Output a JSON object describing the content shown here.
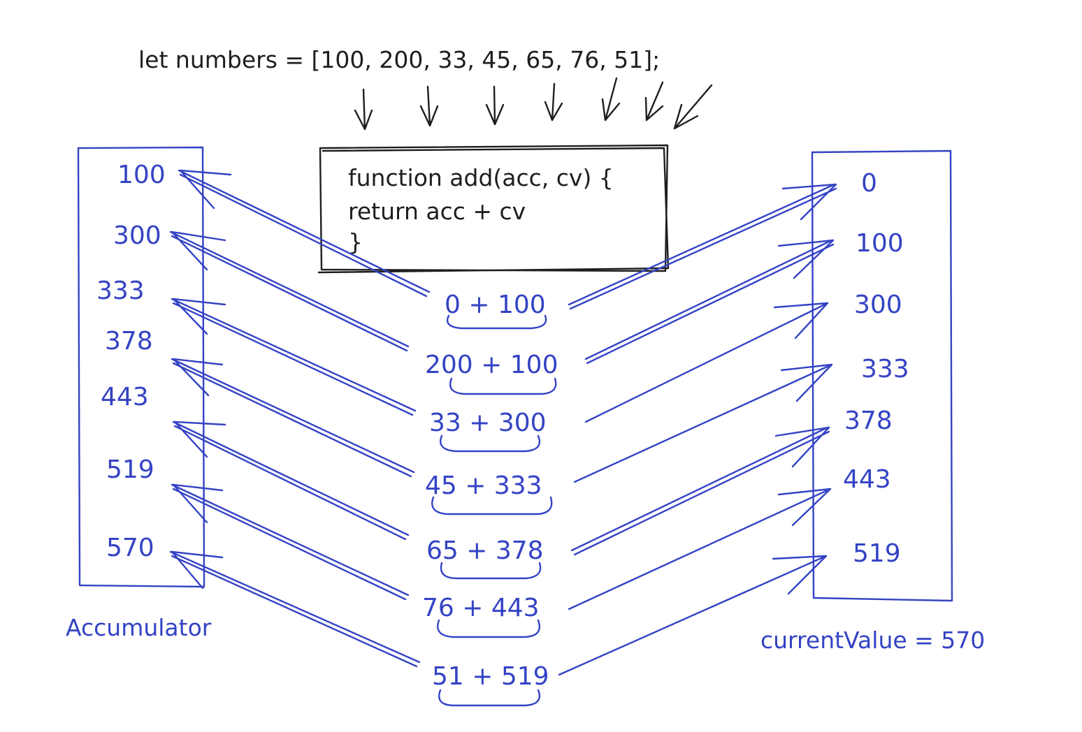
{
  "code": {
    "declaration": "let numbers = [100, 200, 33, 45, 65, 76, 51];",
    "function_lines": [
      "function add(acc, cv) {",
      "return acc + cv",
      "}"
    ]
  },
  "accumulator": {
    "label": "Accumulator",
    "values": [
      "100",
      "300",
      "333",
      "378",
      "443",
      "519",
      "570"
    ]
  },
  "current_value": {
    "label": "currentValue = 570",
    "values": [
      "0",
      "100",
      "300",
      "333",
      "378",
      "443",
      "519"
    ]
  },
  "steps": [
    "0 + 100",
    "200 + 100",
    "33 + 300",
    "45 + 333",
    "65 + 378",
    "76 + 443",
    "51 + 519"
  ],
  "colors": {
    "ink": "#1e1e1e",
    "blue": "#3443c4",
    "background": "#ffffff"
  }
}
